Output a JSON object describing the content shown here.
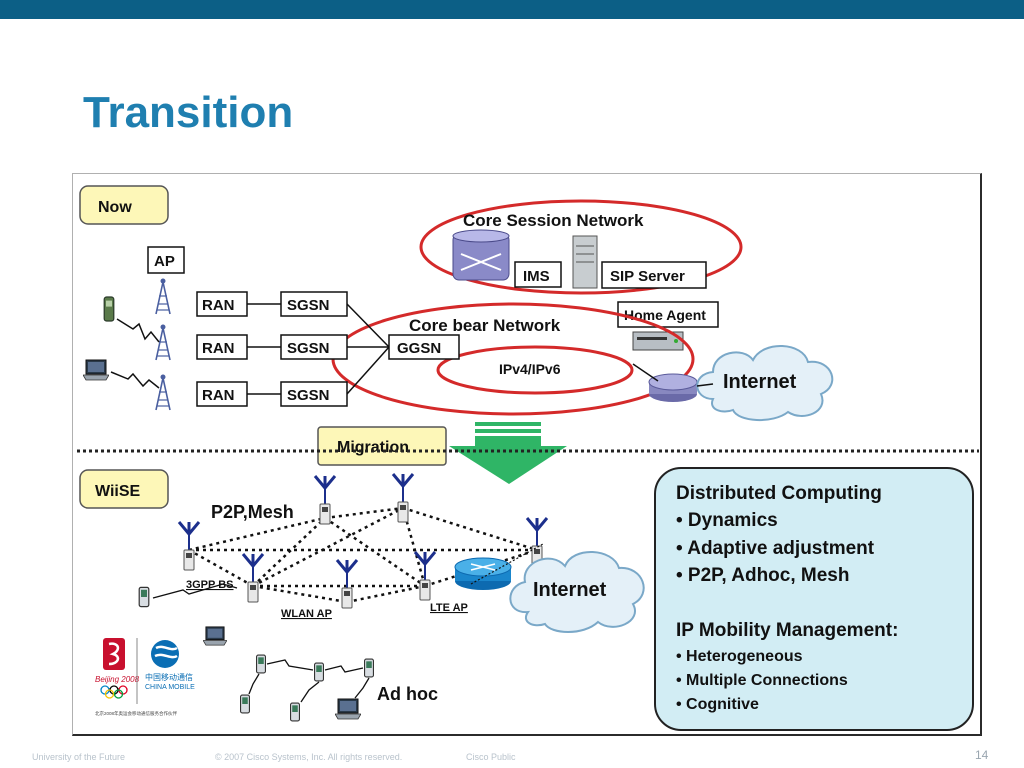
{
  "slide": {
    "title": "Transition",
    "page_number": "14"
  },
  "footer": {
    "left": "University of the Future",
    "copyright": "© 2007 Cisco Systems, Inc. All rights reserved.",
    "classification": "Cisco Public"
  },
  "diagram": {
    "now_label": "Now",
    "ap_label": "AP",
    "ran_label": "RAN",
    "sgsn_label": "SGSN",
    "ggsn_label": "GGSN",
    "core_session_label": "Core Session Network",
    "ims_label": "IMS",
    "sip_server_label": "SIP Server",
    "home_agent_label": "Home Agent",
    "core_bear_label": "Core bear Network",
    "ipv_label": "IPv4/IPv6",
    "internet_label": "Internet",
    "migration_label": "Migration",
    "wiise_label": "WiiSE",
    "p2p_mesh_label": "P2P,Mesh",
    "bs_3gpp_label": "3GPP BS",
    "wlan_ap_label": "WLAN AP",
    "lte_ap_label": "LTE AP",
    "internet2_label": "Internet",
    "adhoc_label": "Ad hoc",
    "china_mobile_text": "中国移动通信",
    "china_mobile_en": "CHINA MOBILE",
    "beijing_text": "Beijing 2008",
    "sponsor_text": "北京2008年奥运会移动通信服务合作伙伴",
    "info_box": {
      "heading1": "Distributed Computing",
      "items1": [
        "• Dynamics",
        "• Adaptive adjustment",
        "• P2P, Adhoc, Mesh"
      ],
      "heading2": "IP Mobility Management:",
      "items2": [
        "• Heterogeneous",
        "• Multiple Connections",
        "• Cognitive"
      ]
    }
  },
  "colors": {
    "accent": "#1f7fb0",
    "header_bar": "#0c5f86",
    "ellipse_red": "#d42a2a",
    "label_box_fill": "#fdf7b8",
    "info_box_fill": "#d2edf4",
    "arrow_green": "#2fb566",
    "cloud_fill": "#e4f0f8"
  }
}
